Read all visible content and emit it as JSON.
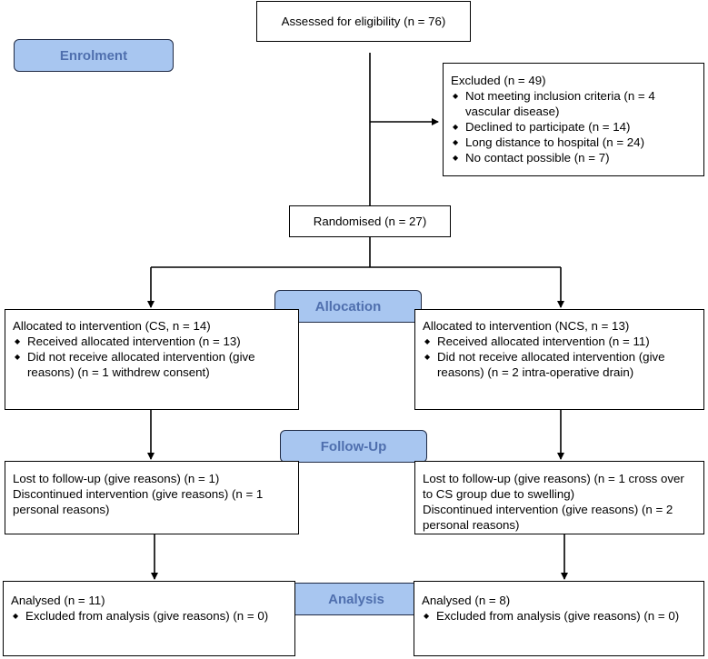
{
  "stages": {
    "enrolment": "Enrolment",
    "allocation": "Allocation",
    "follow_up": "Follow-Up",
    "analysis": "Analysis"
  },
  "assessed": "Assessed for eligibility (n = 76)",
  "excluded": {
    "title": "Excluded  (n = 49)",
    "items": [
      "Not meeting inclusion criteria (n = 4 vascular disease)",
      "Declined to participate (n = 14)",
      "Long distance to hospital (n = 24)",
      "No contact possible (n = 7)"
    ]
  },
  "randomised": "Randomised (n = 27)",
  "allocation": {
    "left": {
      "title": "Allocated to intervention (CS, n = 14)",
      "items": [
        "Received allocated intervention (n = 13)",
        "Did not receive allocated intervention (give reasons) (n = 1 withdrew consent)"
      ]
    },
    "right": {
      "title": "Allocated to intervention (NCS, n = 13)",
      "items": [
        "Received allocated intervention (n = 11)",
        "Did not receive allocated intervention (give reasons) (n = 2 intra-operative drain)"
      ]
    }
  },
  "follow_up": {
    "left": [
      "Lost to follow-up (give reasons) (n = 1)",
      "Discontinued intervention (give reasons) (n = 1 personal reasons)"
    ],
    "right": [
      "Lost to follow-up (give reasons) (n = 1 cross over to CS group due to swelling)",
      "Discontinued intervention (give reasons) (n = 2 personal reasons)"
    ]
  },
  "analysis": {
    "left": {
      "title": "Analysed  (n = 11)",
      "items": [
        "Excluded from analysis (give reasons) (n = 0)"
      ]
    },
    "right": {
      "title": "Analysed  (n = 8)",
      "items": [
        "Excluded from analysis (give reasons) (n = 0)"
      ]
    }
  }
}
